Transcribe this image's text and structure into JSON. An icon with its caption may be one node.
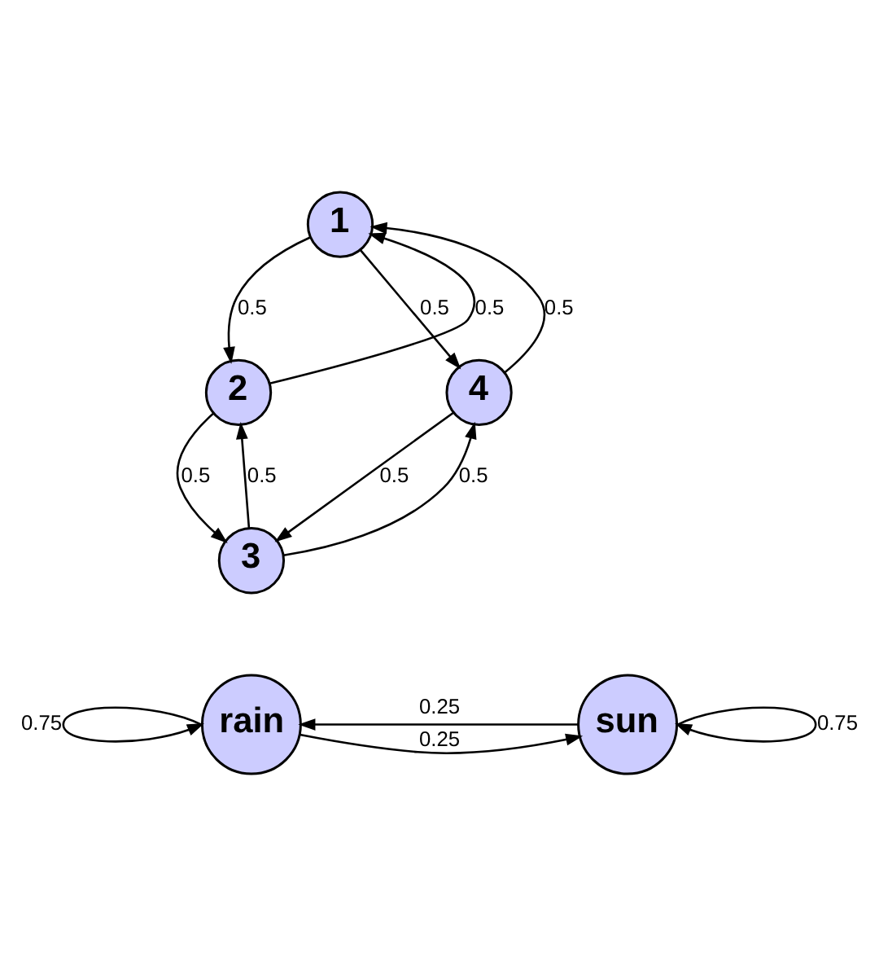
{
  "diagram": {
    "nodes": [
      {
        "text": [
          "1"
        ]
      },
      {
        "text": [
          "2"
        ]
      },
      {
        "text": [
          "3"
        ]
      },
      {
        "text": [
          "4"
        ]
      },
      {
        "text": [
          "rain"
        ]
      },
      {
        "text": [
          "sun"
        ]
      }
    ],
    "edges": [
      {
        "from": 0,
        "to": 1,
        "arrow": "to",
        "label": "0.5"
      },
      {
        "from": 1,
        "to": 0,
        "arrow": "to",
        "label": "0.5"
      },
      {
        "from": 0,
        "to": 3,
        "arrow": "to",
        "label": "0.5"
      },
      {
        "from": 3,
        "to": 0,
        "arrow": "to",
        "label": "0.5"
      },
      {
        "from": 2,
        "to": 1,
        "arrow": "to",
        "label": "0.5"
      },
      {
        "from": 1,
        "to": 2,
        "arrow": "to",
        "label": "0.5"
      },
      {
        "from": 3,
        "to": 2,
        "arrow": "to",
        "label": "0.5"
      },
      {
        "from": 2,
        "to": 3,
        "arrow": "to",
        "label": "0.5"
      },
      {
        "from": 5,
        "to": 4,
        "arrow": "to",
        "label": "0.25"
      },
      {
        "from": 4,
        "to": 5,
        "arrow": "to",
        "label": "0.25"
      },
      {
        "from": 4,
        "to": 4,
        "arrow": "to",
        "label": "0.75"
      },
      {
        "from": 5,
        "to": 5,
        "arrow": "to",
        "label": "0.75"
      }
    ]
  }
}
